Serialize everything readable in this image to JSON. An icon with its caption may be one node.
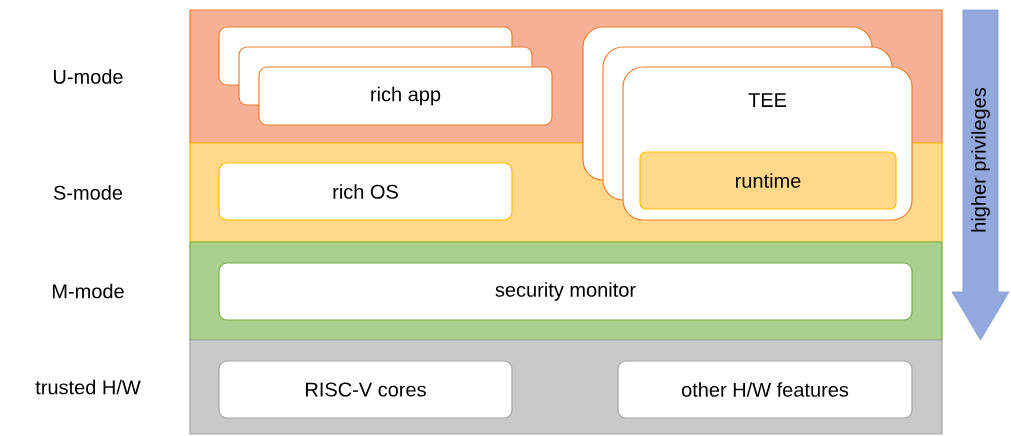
{
  "diagram": {
    "nodes": [
      {
        "text": [
          "U-mode"
        ]
      },
      {
        "text": [
          "rich app"
        ],
        "in": 0
      },
      {
        "text": [
          "TEE"
        ]
      },
      {
        "text": [
          "runtime"
        ]
      },
      {
        "text": [
          "S-mode"
        ]
      },
      {
        "text": [
          "rich OS"
        ],
        "in": 4
      },
      {
        "text": [
          "M-mode"
        ]
      },
      {
        "text": [
          "security monitor"
        ],
        "in": 6
      },
      {
        "text": [
          "trusted H/W"
        ]
      },
      {
        "text": [
          "RISC-V cores"
        ],
        "in": 8
      },
      {
        "text": [
          "other H/W features"
        ],
        "in": 8
      }
    ],
    "labels": [
      "higher privileges"
    ]
  }
}
